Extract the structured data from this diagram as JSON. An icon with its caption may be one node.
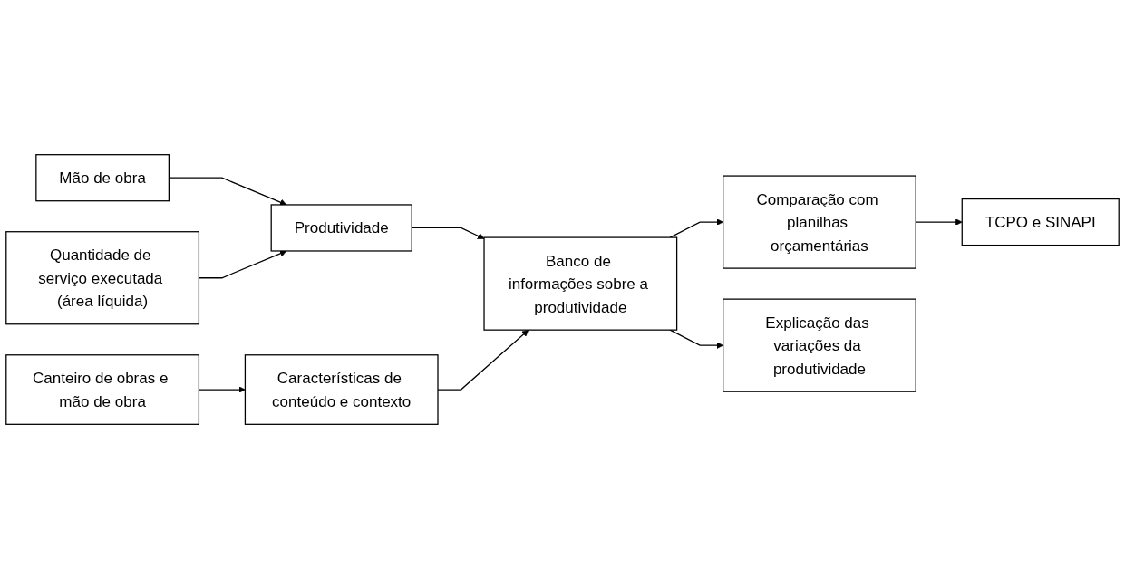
{
  "diagram": {
    "nodes": [
      {
        "text": [
          "Mão de obra"
        ]
      },
      {
        "text": [
          "Quantidade de serviço executada (área líquida)"
        ]
      },
      {
        "text": [
          "Canteiro de obras e mão de obra"
        ]
      },
      {
        "text": [
          "Produtividade"
        ]
      },
      {
        "text": [
          "Banco de informações sobre a produtividade"
        ]
      },
      {
        "text": [
          "Comparação com planilhas orçamentárias"
        ]
      },
      {
        "text": [
          "TCPO e SINAPI"
        ]
      },
      {
        "text": [
          "Explicação das variações da produtividade"
        ]
      },
      {
        "text": [
          "Características de conteúdo e contexto"
        ]
      }
    ],
    "edges": [
      {
        "from": 0,
        "to": 3,
        "arrow": "to"
      },
      {
        "from": 1,
        "to": 3,
        "arrow": "to"
      },
      {
        "from": 3,
        "to": 4,
        "arrow": "to"
      },
      {
        "from": 4,
        "to": 5,
        "arrow": "to"
      },
      {
        "from": 5,
        "to": 6,
        "arrow": "to"
      },
      {
        "from": 4,
        "to": 7,
        "arrow": "to"
      },
      {
        "from": 8,
        "to": 4,
        "arrow": "to"
      },
      {
        "from": 2,
        "to": 8,
        "arrow": "to"
      }
    ]
  }
}
